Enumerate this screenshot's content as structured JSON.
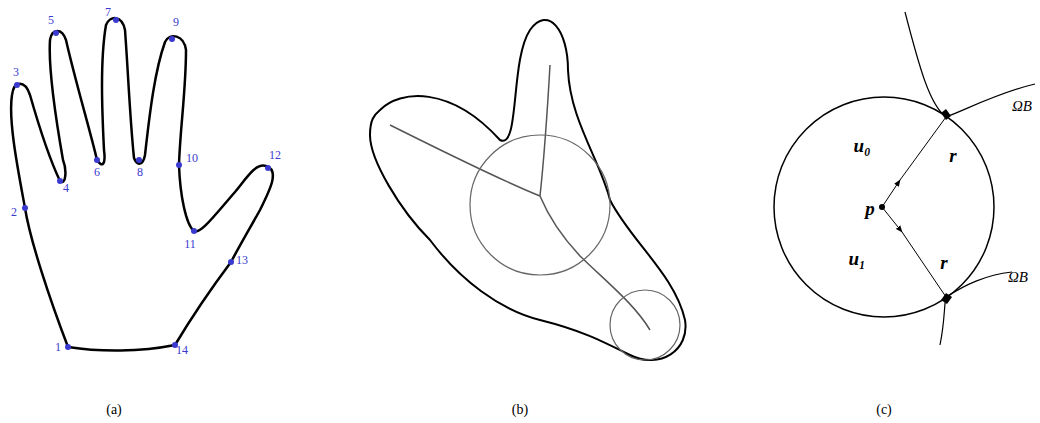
{
  "diagram": {
    "labels": [
      "1",
      "2",
      "3",
      "4",
      "5",
      "6",
      "7",
      "8",
      "9",
      "10",
      "11",
      "12",
      "13",
      "14",
      "p",
      "u₀",
      "r",
      "u₁",
      "r",
      "ΩB",
      "ΩB",
      "(a)",
      "(b)",
      "(c)"
    ]
  }
}
